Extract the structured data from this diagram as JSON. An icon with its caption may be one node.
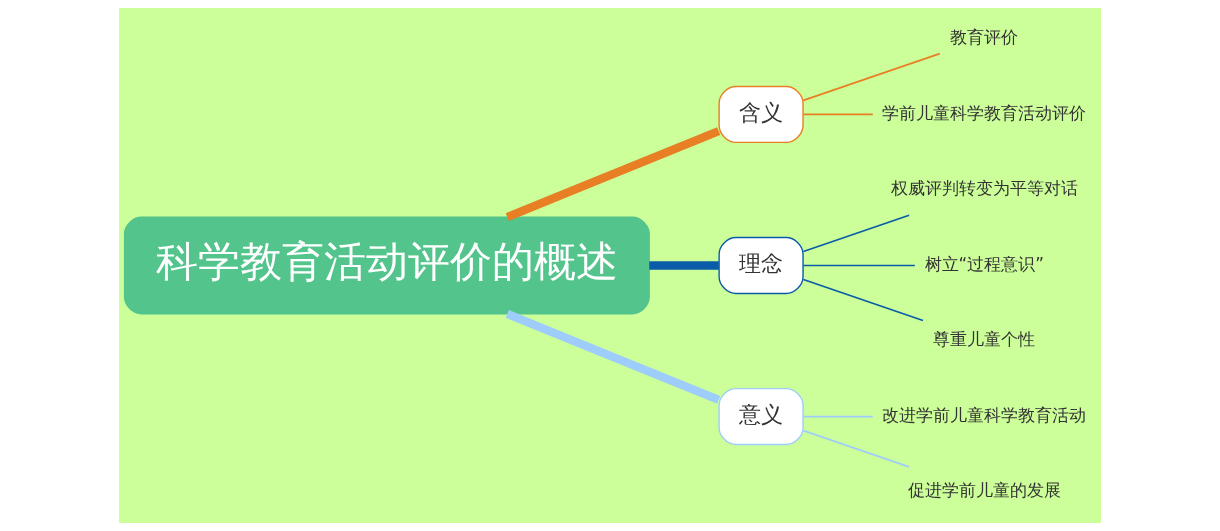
{
  "diagram": {
    "nodes": [
      {
        "text": [
          "科学教育活动评价的概述"
        ]
      },
      {
        "text": [
          "含义"
        ]
      },
      {
        "text": [
          "教育评价"
        ]
      },
      {
        "text": [
          "学前儿童科学教育活动评价"
        ]
      },
      {
        "text": [
          "理念"
        ]
      },
      {
        "text": [
          "权威评判转变为平等对话"
        ]
      },
      {
        "text": [
          "树立“过程意识”"
        ]
      },
      {
        "text": [
          "尊重儿童个性"
        ]
      },
      {
        "text": [
          "意义"
        ]
      },
      {
        "text": [
          "改进学前儿童科学教育活动"
        ]
      },
      {
        "text": [
          "促进学前儿童的发展"
        ]
      }
    ],
    "edges": [
      {
        "from": 0,
        "to": 1,
        "arrow": "none",
        "style": "thick",
        "color": "#e87f24"
      },
      {
        "from": 1,
        "to": 2,
        "arrow": "none",
        "color": "#e87f24"
      },
      {
        "from": 1,
        "to": 3,
        "arrow": "none",
        "color": "#e87f24"
      },
      {
        "from": 0,
        "to": 4,
        "arrow": "none",
        "style": "thick",
        "color": "#0b5ca8"
      },
      {
        "from": 4,
        "to": 5,
        "arrow": "none",
        "color": "#0b5ca8"
      },
      {
        "from": 4,
        "to": 6,
        "arrow": "none",
        "color": "#0b5ca8"
      },
      {
        "from": 4,
        "to": 7,
        "arrow": "none",
        "color": "#0b5ca8"
      },
      {
        "from": 0,
        "to": 8,
        "arrow": "none",
        "style": "thick",
        "color": "#9fcdfb"
      },
      {
        "from": 8,
        "to": 9,
        "arrow": "none",
        "color": "#9fcdfb"
      },
      {
        "from": 8,
        "to": 10,
        "arrow": "none",
        "color": "#9fcdfb"
      }
    ]
  }
}
